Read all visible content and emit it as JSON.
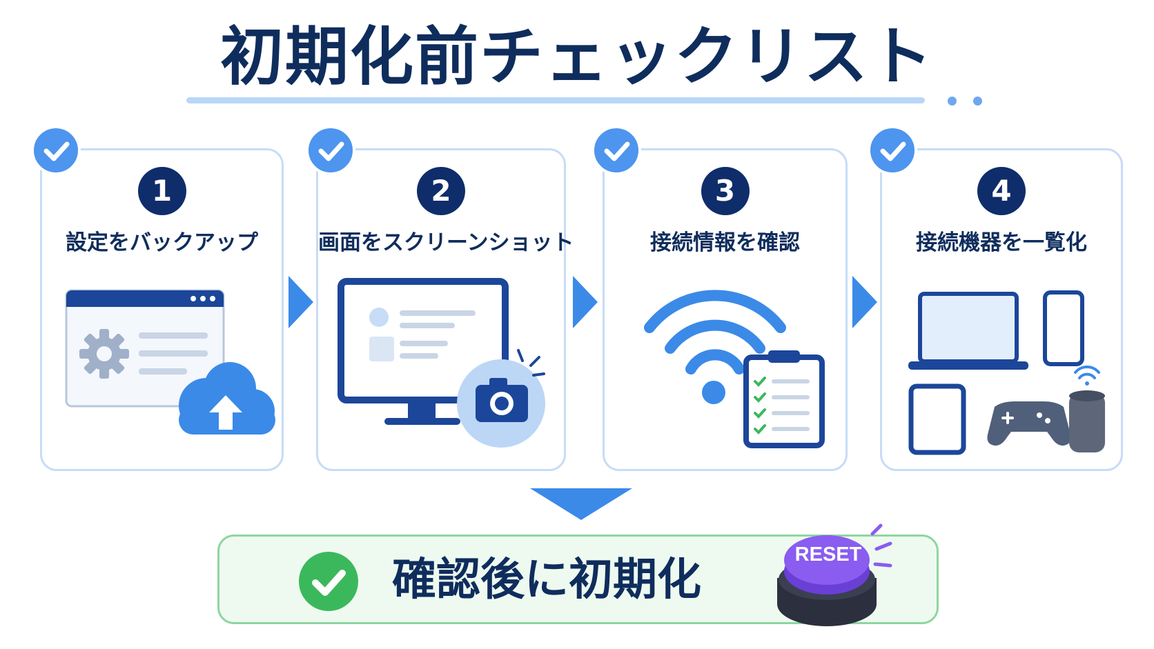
{
  "title": "初期化前チェックリスト",
  "steps": [
    {
      "number": "1",
      "label": "設定をバックアップ",
      "icon": "settings-window-cloud-upload-icon"
    },
    {
      "number": "2",
      "label": "画面をスクリーンショット",
      "icon": "monitor-camera-icon"
    },
    {
      "number": "3",
      "label": "接続情報を確認",
      "icon": "wifi-clipboard-icon"
    },
    {
      "number": "4",
      "label": "接続機器を一覧化",
      "icon": "devices-icon"
    }
  ],
  "result": {
    "label": "確認後に初期化",
    "button_label": "RESET"
  },
  "colors": {
    "navy": "#0f2d6b",
    "accent_blue": "#4d95ee",
    "card_border": "#c7dcf6",
    "green": "#3cb85c",
    "reset_purple": "#7b4fe6"
  }
}
